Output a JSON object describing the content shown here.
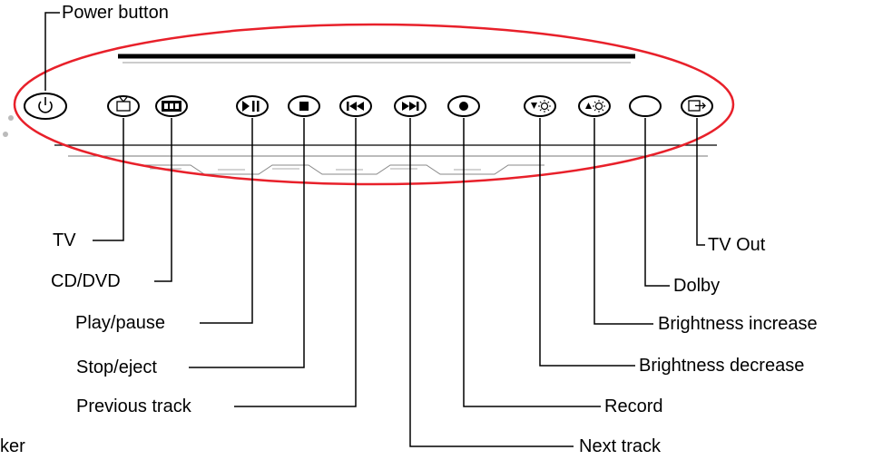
{
  "labels": {
    "power": "Power button",
    "tv": "TV",
    "cd_dvd": "CD/DVD",
    "play_pause": "Play/pause",
    "stop_eject": "Stop/eject",
    "previous_track": "Previous track",
    "speaker_partial": "ker",
    "next_track": "Next track",
    "record": "Record",
    "brightness_decrease": "Brightness decrease",
    "brightness_increase": "Brightness increase",
    "dolby": "Dolby",
    "tv_out": "TV Out"
  },
  "colors": {
    "highlight_ellipse": "#e8202a",
    "line": "#000000",
    "panel_fill": "#f4f4f4"
  }
}
